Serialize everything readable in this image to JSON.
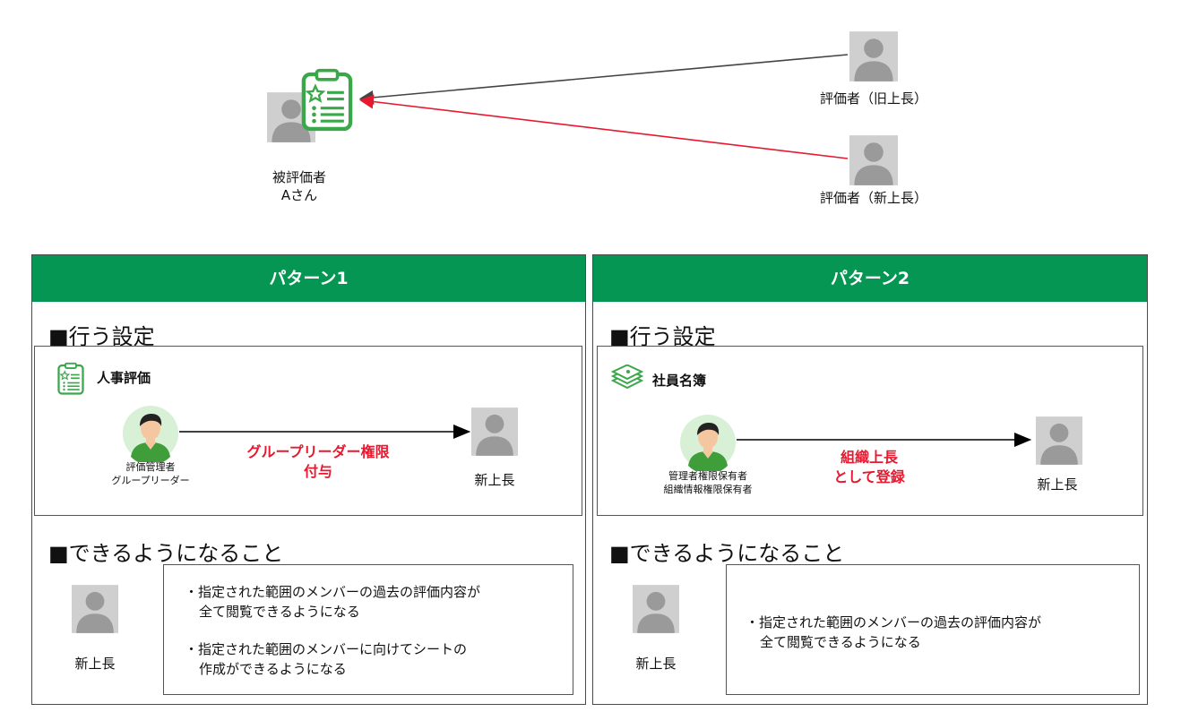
{
  "top": {
    "evaluatee_line1": "被評価者",
    "evaluatee_line2": "Aさん",
    "evaluator_old": "評価者（旧上長）",
    "evaluator_new": "評価者（新上長）"
  },
  "pattern1": {
    "header": "パターン1",
    "settings_title": "■行う設定",
    "app_name": "人事評価",
    "actor_line1": "評価管理者",
    "actor_line2": "グループリーダー",
    "action_line1": "グループリーダー権限",
    "action_line2": "付与",
    "target": "新上長",
    "result_title": "■できるようになること",
    "result_person": "新上長",
    "bullet1_line1": "・指定された範囲のメンバーの過去の評価内容が",
    "bullet1_line2": "全て閲覧できるようになる",
    "bullet2_line1": "・指定された範囲のメンバーに向けてシートの",
    "bullet2_line2": "作成ができるようになる"
  },
  "pattern2": {
    "header": "パターン2",
    "settings_title": "■行う設定",
    "app_name": "社員名簿",
    "actor_line1": "管理者権限保有者",
    "actor_line2": "組織情報権限保有者",
    "action_line1": "組織上長",
    "action_line2": "として登録",
    "target": "新上長",
    "result_title": "■できるようになること",
    "result_person": "新上長",
    "bullet1_line1": "・指定された範囲のメンバーの過去の評価内容が",
    "bullet1_line2": "全て閲覧できるようになる"
  },
  "colors": {
    "header_green": "#049652",
    "arrow_red": "#e8182f",
    "arrow_gray": "#444444",
    "avatar_gray": "#cccccc",
    "avatar_fill": "#9a9a9a"
  }
}
